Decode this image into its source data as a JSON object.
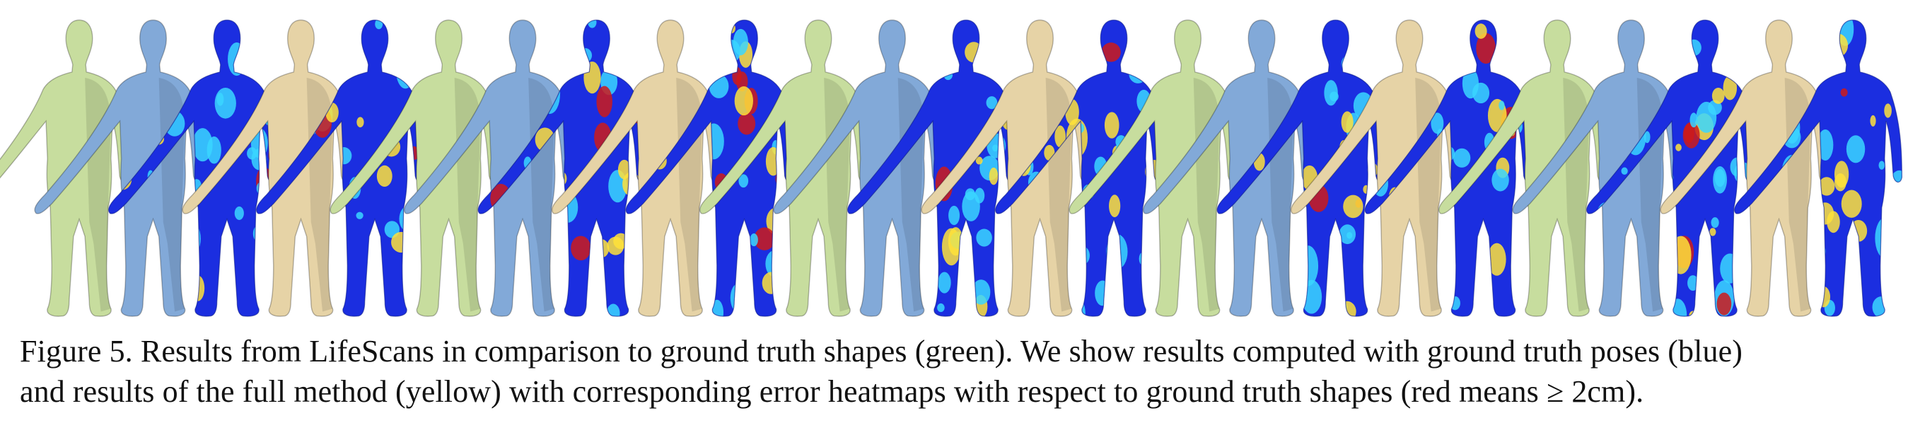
{
  "figure": {
    "colors": {
      "ground_truth": "#c7dd9e",
      "gt_pose_result": "#82a9d8",
      "full_method_result": "#e6d3a6",
      "heatmap_low": "#1b2ee0",
      "heatmap_mid": "#3ad6ff",
      "heatmap_high": "#ffe23a",
      "heatmap_max": "#cc1a1a"
    },
    "icons": {
      "ground_truth": "human-figure-green-icon",
      "gt_pose_result": "human-figure-blue-icon",
      "full_method_result": "human-figure-yellow-icon",
      "heatmap": "human-figure-heatmap-icon"
    },
    "groups": [
      {
        "sequence": [
          "green",
          "blue",
          "heatmap",
          "yellow",
          "heatmap"
        ]
      },
      {
        "sequence": [
          "green",
          "blue",
          "heatmap",
          "yellow",
          "heatmap"
        ]
      },
      {
        "sequence": [
          "green",
          "blue",
          "heatmap",
          "yellow",
          "heatmap"
        ]
      },
      {
        "sequence": [
          "green",
          "blue",
          "heatmap",
          "yellow",
          "heatmap"
        ]
      },
      {
        "sequence": [
          "green",
          "blue",
          "heatmap",
          "yellow",
          "heatmap"
        ]
      }
    ]
  },
  "caption": {
    "line1": "Figure 5. Results from LifeScans in comparison to ground truth shapes (green). We show results computed with ground truth poses (blue)",
    "line2": "and results of the full method (yellow) with corresponding error heatmaps with respect to ground truth shapes (red means ≥ 2cm)."
  }
}
